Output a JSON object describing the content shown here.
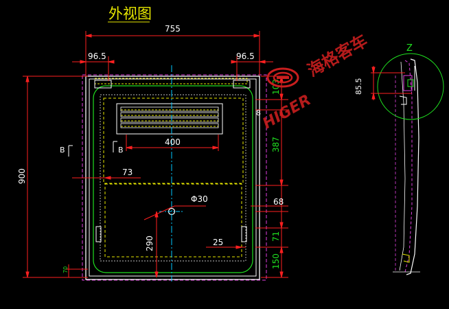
{
  "title": "外视图",
  "watermark": {
    "text_cn": "海格客车",
    "text_en": "HIGER"
  },
  "view_label": "Z",
  "dimensions": {
    "overall_width": "755",
    "left_offset": "96.5",
    "right_offset": "96.5",
    "overall_height": "900",
    "top_band": "103",
    "vent_gap": "8",
    "vent_to_rail": "387",
    "vent_width": "400",
    "section_offset": "73",
    "hole_diameter": "Φ30",
    "hole_height": "290",
    "lower_gap": "68",
    "handle_height": "71",
    "handle_offset": "25",
    "bottom_band": "150",
    "bottom_small": "70",
    "detail_z": "85.5"
  },
  "section_mark": {
    "letter": "B"
  },
  "colors": {
    "background": "#000000",
    "outline": "#ffffff",
    "dimension": "#ff2020",
    "dimension_text": "#ffffff",
    "hidden_yellow": "#e8e800",
    "magenta": "#e040e0",
    "green": "#20e020",
    "center_cyan": "#00c8ff",
    "watermark_red": "#c81e1e",
    "section_blue": "#5a6cff"
  }
}
